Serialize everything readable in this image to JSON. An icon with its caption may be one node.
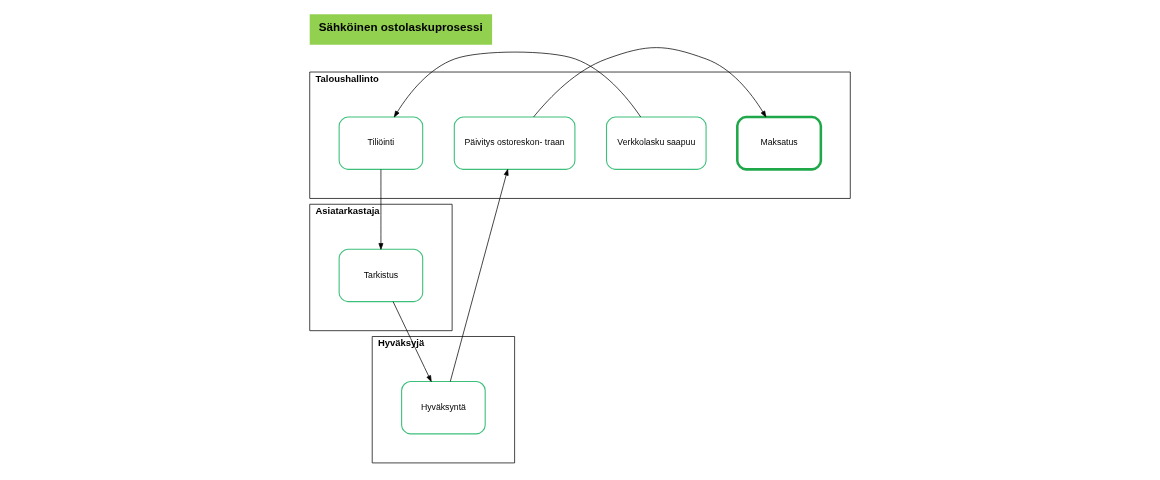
{
  "diagram": {
    "title": "Sähköinen ostolaskuprosessi",
    "nodes": [
      {
        "text": [
          "Taloushallinto"
        ]
      },
      {
        "text": [
          "Verkkolasku saapuu"
        ],
        "in": 0
      },
      {
        "text": [
          "Tiliöinti"
        ],
        "in": 0
      },
      {
        "text": [
          "Päivitys ostoreskon- traan"
        ],
        "in": 0
      },
      {
        "text": [
          "Maksatus"
        ],
        "in": 0
      },
      {
        "text": [
          "Asiatarkastaja"
        ]
      },
      {
        "text": [
          "Tarkistus"
        ],
        "in": 5
      },
      {
        "text": [
          "Hyväksyjä"
        ]
      },
      {
        "text": [
          "Hyväksyntä"
        ],
        "in": 7
      }
    ],
    "edges": [
      {
        "from": 1,
        "to": 2,
        "arrow": "to"
      },
      {
        "from": 2,
        "to": 6,
        "arrow": "to"
      },
      {
        "from": 6,
        "to": 8,
        "arrow": "to"
      },
      {
        "from": 8,
        "to": 3,
        "arrow": "to"
      },
      {
        "from": 3,
        "to": 4,
        "arrow": "to"
      }
    ]
  }
}
